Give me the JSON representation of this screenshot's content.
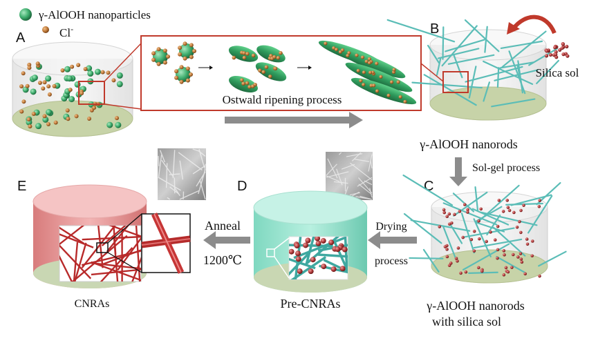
{
  "legend": {
    "nanoparticle_label": "γ-AlOOH nanoparticles",
    "chloride_label": "Cl",
    "chloride_sup": "-"
  },
  "panels": {
    "a": "A",
    "b": "B",
    "c": "C",
    "d": "D",
    "e": "E"
  },
  "labels": {
    "ostwald": "Ostwald ripening process",
    "silica_sol": "Silica sol",
    "nanorods": "γ-AlOOH nanorods",
    "sol_gel": "Sol-gel process",
    "nanorods_silica_line1": "γ-AlOOH nanorods",
    "nanorods_silica_line2": "with silica sol",
    "drying_line1": "Drying",
    "drying_line2": "process",
    "pre_cnras": "Pre-CNRAs",
    "anneal": "Anneal",
    "temperature": "1200℃",
    "cnras": "CNRAs"
  },
  "colors": {
    "particle_green": "#3fae6e",
    "particle_brown": "#c07a3a",
    "silica_red": "#a83a3a",
    "rod_teal": "#6cc4c0",
    "cylinder_teal": "#9be2cf",
    "cylinder_pink": "#e89a9a",
    "arrow_gray": "#8c8c8c",
    "frame_red": "#c0392b"
  }
}
